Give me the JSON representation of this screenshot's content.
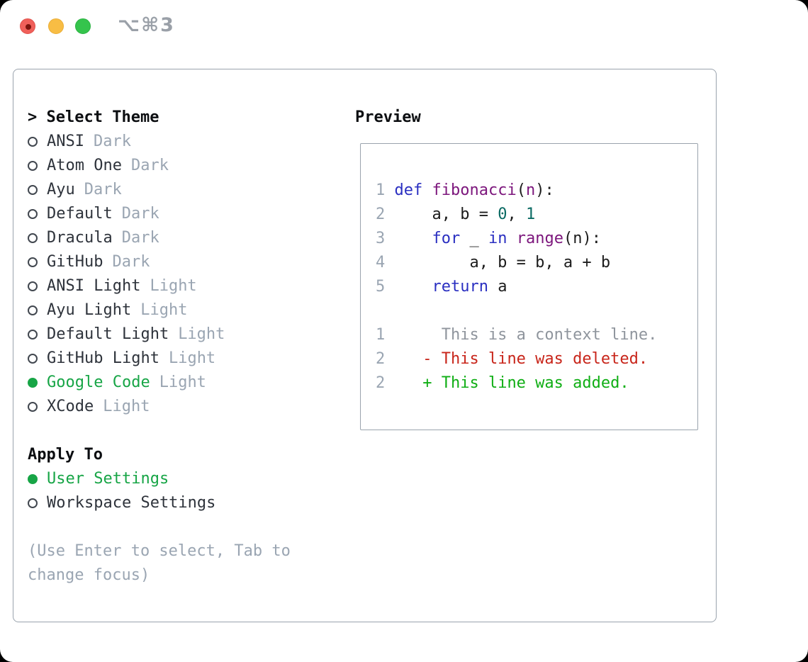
{
  "window": {
    "title_shortcut": "⌥⌘3",
    "traffic_lights": [
      "close",
      "minimize",
      "zoom"
    ]
  },
  "colors": {
    "accent_green": "#17a546",
    "muted": "#9aa5b2",
    "text": "#2e333b",
    "heading": "#0c0e11",
    "border": "#9aa3ad",
    "syntax_keyword": "#2a2fc1",
    "syntax_title": "#7c167c",
    "syntax_number": "#0a6a63",
    "diff_deleted": "#c8251a",
    "diff_added": "#0fae14",
    "diff_context": "#8f959d",
    "line_number": "#9aa5b2"
  },
  "theme_list": {
    "pointer": ">",
    "header": "Select Theme",
    "items": [
      {
        "name": "ANSI",
        "variant": "Dark",
        "selected": false
      },
      {
        "name": "Atom One",
        "variant": "Dark",
        "selected": false
      },
      {
        "name": "Ayu",
        "variant": "Dark",
        "selected": false
      },
      {
        "name": "Default",
        "variant": "Dark",
        "selected": false
      },
      {
        "name": "Dracula",
        "variant": "Dark",
        "selected": false
      },
      {
        "name": "GitHub",
        "variant": "Dark",
        "selected": false
      },
      {
        "name": "ANSI Light",
        "variant": "Light",
        "selected": false
      },
      {
        "name": "Ayu Light",
        "variant": "Light",
        "selected": false
      },
      {
        "name": "Default Light",
        "variant": "Light",
        "selected": false
      },
      {
        "name": "GitHub Light",
        "variant": "Light",
        "selected": false
      },
      {
        "name": "Google Code",
        "variant": "Light",
        "selected": true
      },
      {
        "name": "XCode",
        "variant": "Light",
        "selected": false
      }
    ]
  },
  "apply_to": {
    "header": "Apply To",
    "options": [
      {
        "label": "User Settings",
        "selected": true
      },
      {
        "label": "Workspace Settings",
        "selected": false
      }
    ]
  },
  "hint": {
    "line1": "(Use Enter to select, Tab to",
    "line2": "change focus)"
  },
  "preview": {
    "title": "Preview",
    "code_lines": [
      {
        "ln": "1",
        "tokens": [
          {
            "t": "def",
            "c": "kw"
          },
          {
            "t": " ",
            "c": "pl"
          },
          {
            "t": "fibonacci",
            "c": "fn"
          },
          {
            "t": "(",
            "c": "pl"
          },
          {
            "t": "n",
            "c": "fn"
          },
          {
            "t": "):",
            "c": "pl"
          }
        ]
      },
      {
        "ln": "2",
        "tokens": [
          {
            "t": "    a, b = ",
            "c": "pl"
          },
          {
            "t": "0",
            "c": "num"
          },
          {
            "t": ", ",
            "c": "pl"
          },
          {
            "t": "1",
            "c": "num"
          }
        ]
      },
      {
        "ln": "3",
        "tokens": [
          {
            "t": "    ",
            "c": "pl"
          },
          {
            "t": "for",
            "c": "kw"
          },
          {
            "t": " _ ",
            "c": "pl"
          },
          {
            "t": "in",
            "c": "kw"
          },
          {
            "t": " ",
            "c": "pl"
          },
          {
            "t": "range",
            "c": "fn"
          },
          {
            "t": "(n):",
            "c": "pl"
          }
        ]
      },
      {
        "ln": "4",
        "tokens": [
          {
            "t": "        a, b = b, a + b",
            "c": "pl"
          }
        ]
      },
      {
        "ln": "5",
        "tokens": [
          {
            "t": "    ",
            "c": "pl"
          },
          {
            "t": "return",
            "c": "kw"
          },
          {
            "t": " a",
            "c": "pl"
          }
        ]
      },
      {
        "ln": "",
        "tokens": []
      },
      {
        "ln": "1",
        "tokens": [
          {
            "t": "     This is a context line.",
            "c": "ctx"
          }
        ]
      },
      {
        "ln": "2",
        "tokens": [
          {
            "t": "   ",
            "c": "pl"
          },
          {
            "t": "- This line was deleted.",
            "c": "del"
          }
        ]
      },
      {
        "ln": "2",
        "tokens": [
          {
            "t": "   ",
            "c": "pl"
          },
          {
            "t": "+ This line was added.",
            "c": "add"
          }
        ]
      }
    ]
  }
}
